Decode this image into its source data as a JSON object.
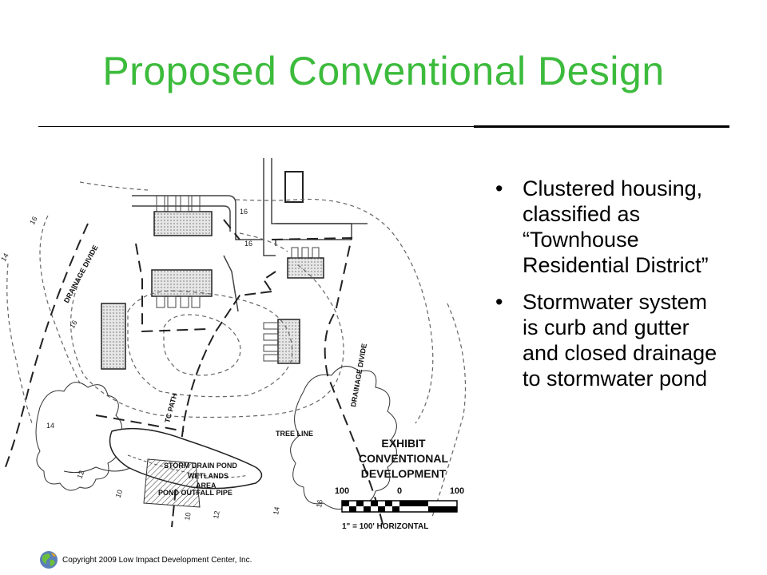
{
  "slide": {
    "title": "Proposed Conventional Design",
    "bullets": [
      "Clustered housing, classified as “Townhouse Residential District”",
      "Stormwater system is curb and gutter and closed drainage to stormwater pond"
    ],
    "copyright": "Copyright 2009 Low Impact Development Center, Inc."
  },
  "plan": {
    "exhibit_lines": [
      "EXHIBIT",
      "CONVENTIONAL",
      "DEVELOPMENT"
    ],
    "scale_numbers": [
      "100",
      "0",
      "100"
    ],
    "scale_text": "1\" = 100' HORIZONTAL",
    "labels": {
      "drainage_divide_left": "DRAINAGE DIVIDE",
      "drainage_divide_right": "DRAINAGE DIVIDE",
      "tc_path": "TC PATH",
      "tree_line": "TREE LINE",
      "storm_drain_pond": "STORM DRAIN POND",
      "wetlands": "WETLANDS",
      "area": "AREA",
      "pond_outfall_pipe": "POND OUTFALL PIPE"
    },
    "contour_labels": [
      "16",
      "16",
      "16",
      "16",
      "14",
      "14",
      "12",
      "12",
      "10",
      "10",
      "16",
      "14"
    ]
  }
}
